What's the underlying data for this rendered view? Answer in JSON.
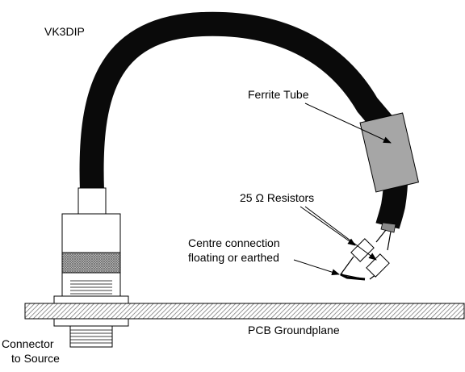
{
  "author": "VK3DIP",
  "labels": {
    "ferrite": "Ferrite Tube",
    "resistors": "25 Ω Resistors",
    "centre_line1": "Centre connection",
    "centre_line2": "floating or earthed",
    "groundplane": "PCB Groundplane",
    "connector_line1": "Connector",
    "connector_line2": "to Source"
  },
  "colors": {
    "cable": "#0a0a0a",
    "ferrite": "#a6a6a6",
    "hatch": "#7a7a7a",
    "outline": "#000000"
  }
}
